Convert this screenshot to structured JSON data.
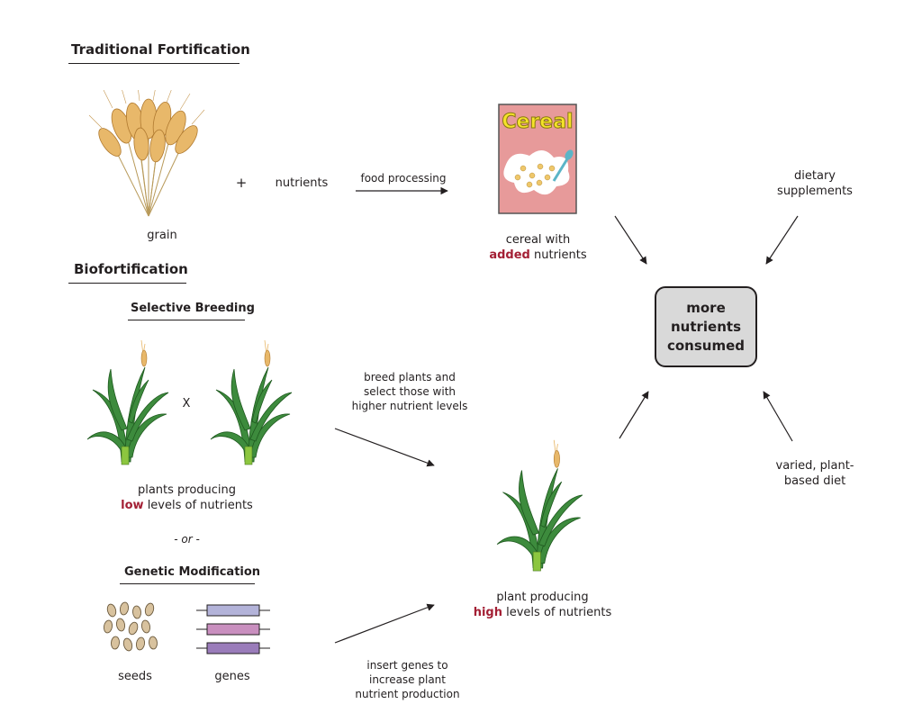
{
  "sections": {
    "traditional": "Traditional Fortification",
    "biofortification": "Biofortification",
    "selective_breeding": "Selective Breeding",
    "genetic_modification": "Genetic Modification"
  },
  "traditional": {
    "grain_label": "grain",
    "plus": "+",
    "nutrients_label": "nutrients",
    "process_label": "food processing",
    "cereal_box_text": "Cereal",
    "cereal_line1": "cereal with",
    "cereal_added": "added",
    "cereal_line2_rest": " nutrients",
    "dietary_line1": "dietary",
    "dietary_line2": "supplements"
  },
  "outcome": {
    "line1": "more",
    "line2": "nutrients",
    "line3": "consumed"
  },
  "breeding": {
    "cross": "X",
    "low_line1": "plants producing",
    "low_word": "low",
    "low_rest": " levels of nutrients",
    "arrow_line1": "breed plants and",
    "arrow_line2": "select those with",
    "arrow_line3": "higher nutrient levels",
    "or_label": "- or -"
  },
  "genetic": {
    "seeds_label": "seeds",
    "genes_label": "genes",
    "arrow_line1": "insert genes to",
    "arrow_line2": "increase plant",
    "arrow_line3": "nutrient production"
  },
  "result": {
    "line1": "plant producing",
    "high_word": "high",
    "high_rest": " levels of nutrients"
  },
  "diet": {
    "line1": "varied, plant-",
    "line2": "based diet"
  },
  "colors": {
    "highlight": "#a31f34",
    "leaf": "#3d8b3d",
    "stem_base": "#8cc63f",
    "grain": "#e8b86a",
    "cereal_box": "#e79a9a",
    "cereal_title": "#f5e32a",
    "outcome_fill": "#d9d9d9",
    "gene_1": "#b3b3d9",
    "gene_2": "#c98fbf",
    "gene_3": "#9a7cba",
    "seed": "#d8c29e"
  }
}
